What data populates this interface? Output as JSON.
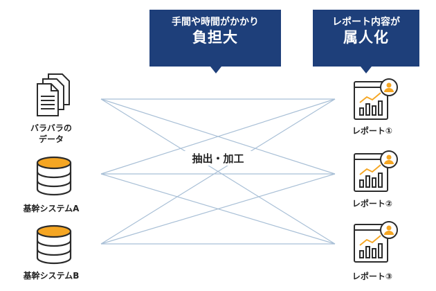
{
  "callouts": [
    {
      "line1": "手間や時間がかかり",
      "line2": "負担大"
    },
    {
      "line1": "レポート内容が",
      "line2": "属人化"
    }
  ],
  "sources": [
    {
      "label_line1": "バラバラの",
      "label_line2": "データ",
      "icon": "documents-icon"
    },
    {
      "label": "基幹システムA",
      "icon": "database-icon"
    },
    {
      "label": "基幹システムB",
      "icon": "database-icon"
    }
  ],
  "center_label": "抽出・加工",
  "reports": [
    {
      "label": "レポート①",
      "icon": "report-dashboard-icon"
    },
    {
      "label": "レポート②",
      "icon": "report-dashboard-icon"
    },
    {
      "label": "レポート③",
      "icon": "report-dashboard-icon"
    }
  ],
  "colors": {
    "callout_bg": "#1e3f7a",
    "line": "#a8bfd6",
    "db_top": "#f5a623",
    "icon_stroke": "#2b2b2b",
    "report_accent": "#f5a623"
  }
}
